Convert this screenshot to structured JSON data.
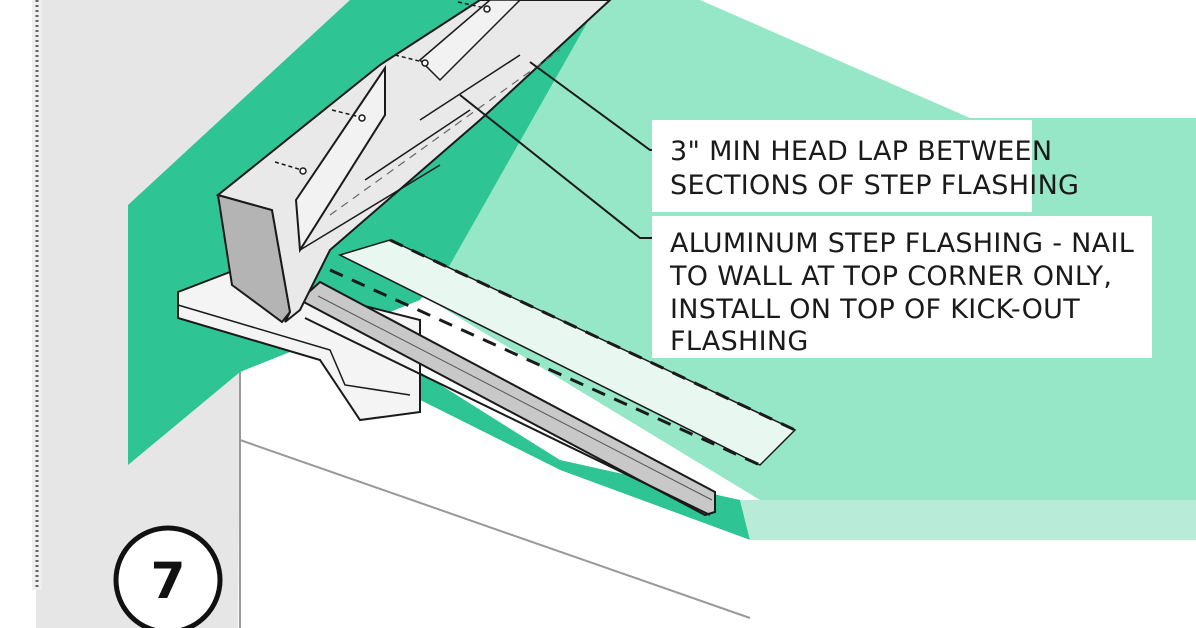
{
  "diagram": {
    "step_number": "7",
    "callouts": [
      {
        "id": "head-lap",
        "lines": [
          "3\" MIN HEAD LAP BETWEEN",
          "SECTIONS OF STEP FLASHING"
        ]
      },
      {
        "id": "step-flashing",
        "lines": [
          "ALUMINUM STEP FLASHING - NAIL",
          "TO WALL AT TOP CORNER ONLY,",
          "INSTALL ON TOP OF KICK-OUT",
          "FLASHING"
        ]
      }
    ],
    "colors": {
      "wrb_green": "#2ec493",
      "roof_underlay_green": "#96e6c8",
      "wall_gray": "#e6e6e6",
      "flashing_gray": "#e9e9e9",
      "flashing_dark": "#b4b4b4",
      "trim_white": "#f4f4f4",
      "outline": "#1a1a1a"
    }
  }
}
